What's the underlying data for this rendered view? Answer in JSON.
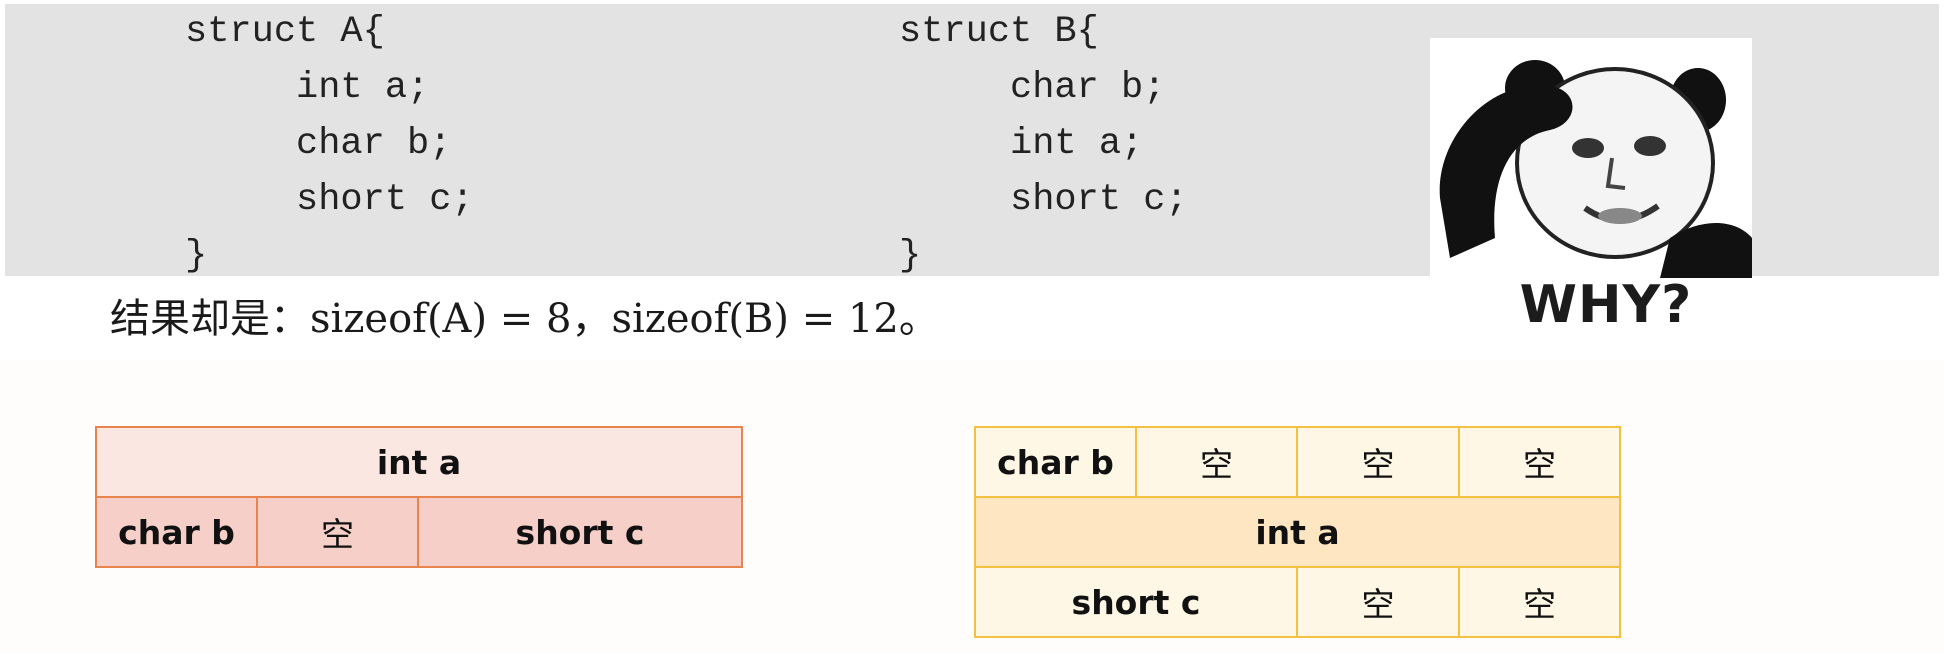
{
  "code": {
    "struct_a": "struct A{\n     int a;\n     char b;\n     short c;\n}",
    "struct_b": "struct B{\n     char b;\n     int a;\n     short c;\n}"
  },
  "result_text": "结果却是：sizeof(A) = 8，sizeof(B) = 12。",
  "meme": {
    "caption": "WHY?"
  },
  "table_a": {
    "row1": [
      "int a"
    ],
    "row2": [
      "char b",
      "空",
      "short c"
    ]
  },
  "table_b": {
    "row1": [
      "char b",
      "空",
      "空",
      "空"
    ],
    "row2": [
      "int a"
    ],
    "row3": [
      "short c",
      "空",
      "空"
    ]
  }
}
